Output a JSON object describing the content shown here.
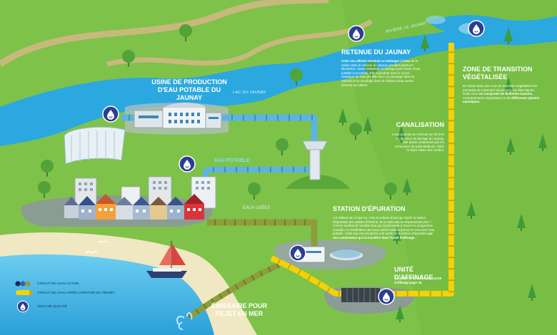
{
  "labels": {
    "usine": "USINE DE PRODUCTION D'EAU POTABLE DU JAUNAY",
    "retenue_title": "RETENUE DU JAUNAY",
    "retenue_body_1": "Cette eau affinée viendrait se mélanger à l'eau",
    "retenue_body_2": "de la rivière dans la retenue du Jaunay pendant plusieurs kilomètres, avant d'atteindre le barrage puis l'usine d'eau potable à proximité. Elle rejoindrait donc le circuit classique de l'eau potable avec un pompage dans la retenue et un stockage dans le château d'eau avant d'arriver au robinet.",
    "zone_title": "ZONE DE TRANSITION VÉGÉTALISÉE",
    "zone_body_1": "En transit dans une zone de transition végétalisée les permettra de reprendre doucement son état naturel. Cette zone",
    "zone_body_bold": "est composée de différents bassins,",
    "zone_body_2": "comportements végétalisées et de",
    "zone_body_bold2": "différentes plantes aquatiques.",
    "canal_title": "CANALISATION",
    "canal_body": "L'eau pourrait son chemin sur 25 kms en direction du barrage du Jaunay, elle passe notamment par les communes de Saint Mathurin, Vairé et Saint Julien des Landes.",
    "station_title": "STATION D'ÉPURATION",
    "station_body_1": "4,5 millions de m³ par an, c'est le volume d'eau qui rejoint la station d'épuration des Sables d'Olonne. Et si cette eau ne disparaissait plus ? C'est le souhait de Vendée Eau qui expérimente à travers le programme Jourdain, la réutilisation des eaux usées traitées (eaux) en eau pour l'eau potable. Cette eau est récupérée à la sortie de la station d'épuration",
    "station_body_bold": "par une canalisation qui la transfère dans l'unité d'affinage.",
    "affinage_title": "UNITÉ D'AFFINAGE",
    "affinage_body_1": "Toutes les informations sur",
    "affinage_body_bold": "l'unité d'affinage page 18.",
    "emissaire": "ÉMISSAIRE POUR REJET EN MER",
    "eau_potable": "EAU POTABLE",
    "eaux_usees": "EAUX USÉES",
    "lac": "LAC DU JAUNAY",
    "riviere": "RIVIÈRE LE JAUNAY"
  },
  "legend": [
    {
      "icon": "circuit-actuel-icon",
      "text": "CIRCUIT DE L'EAU ACTUEL"
    },
    {
      "icon": "circuit-projet-icon",
      "text": "CIRCUIT DE L'EAU APRÈS CRÉATION DU PROJET"
    },
    {
      "icon": "analyse-qualite-icon",
      "text": "ANALYSE QUALITÉ"
    }
  ],
  "colors": {
    "grass": "#7ec24a",
    "grass_dark": "#5ea935",
    "water": "#2ba8df",
    "path": "#c7b97c",
    "pipe_blue": "#5fb3e2",
    "pipe_green": "#8d9d3b",
    "pipe_yellow": "#f2d20a",
    "badge": "#2c3e8f",
    "sand": "#f0e8c2"
  }
}
